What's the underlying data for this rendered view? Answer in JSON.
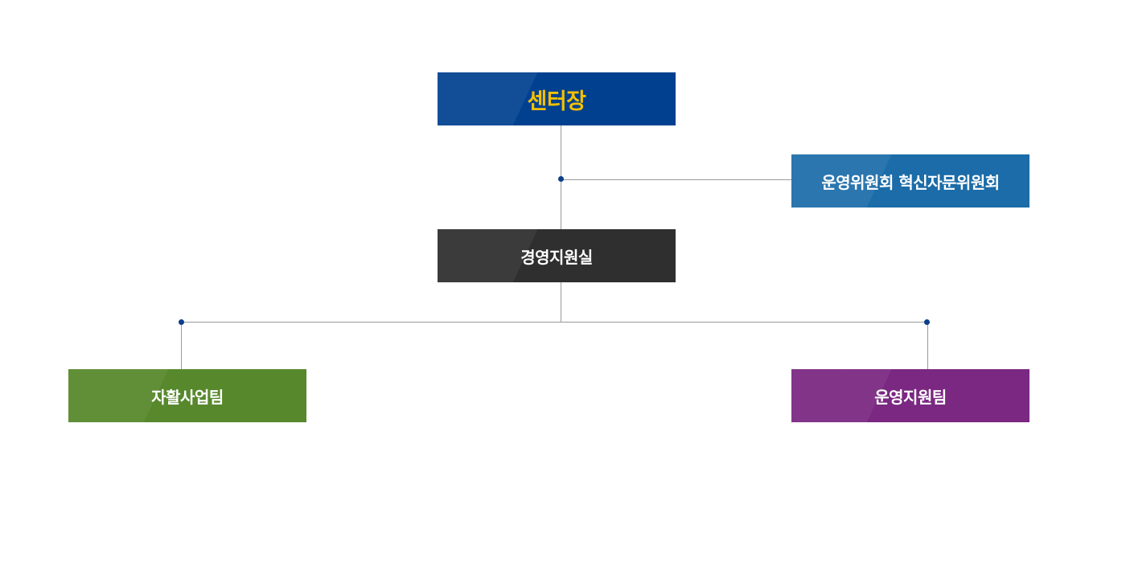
{
  "org_chart": {
    "director": {
      "label": "센터장",
      "color": "#00408f",
      "text_color": "#f5c000"
    },
    "committee": {
      "label": "운영위원회 혁신자문위원회",
      "color": "#1b6ca8"
    },
    "management": {
      "label": "경영지원실",
      "color": "#2f2f2f"
    },
    "teams": [
      {
        "label": "자활사업팀",
        "color": "#57882c"
      },
      {
        "label": "운영지원팀",
        "color": "#7a2882"
      }
    ],
    "connector_color": "#9a9a9a",
    "dot_color": "#0b3f8a"
  }
}
